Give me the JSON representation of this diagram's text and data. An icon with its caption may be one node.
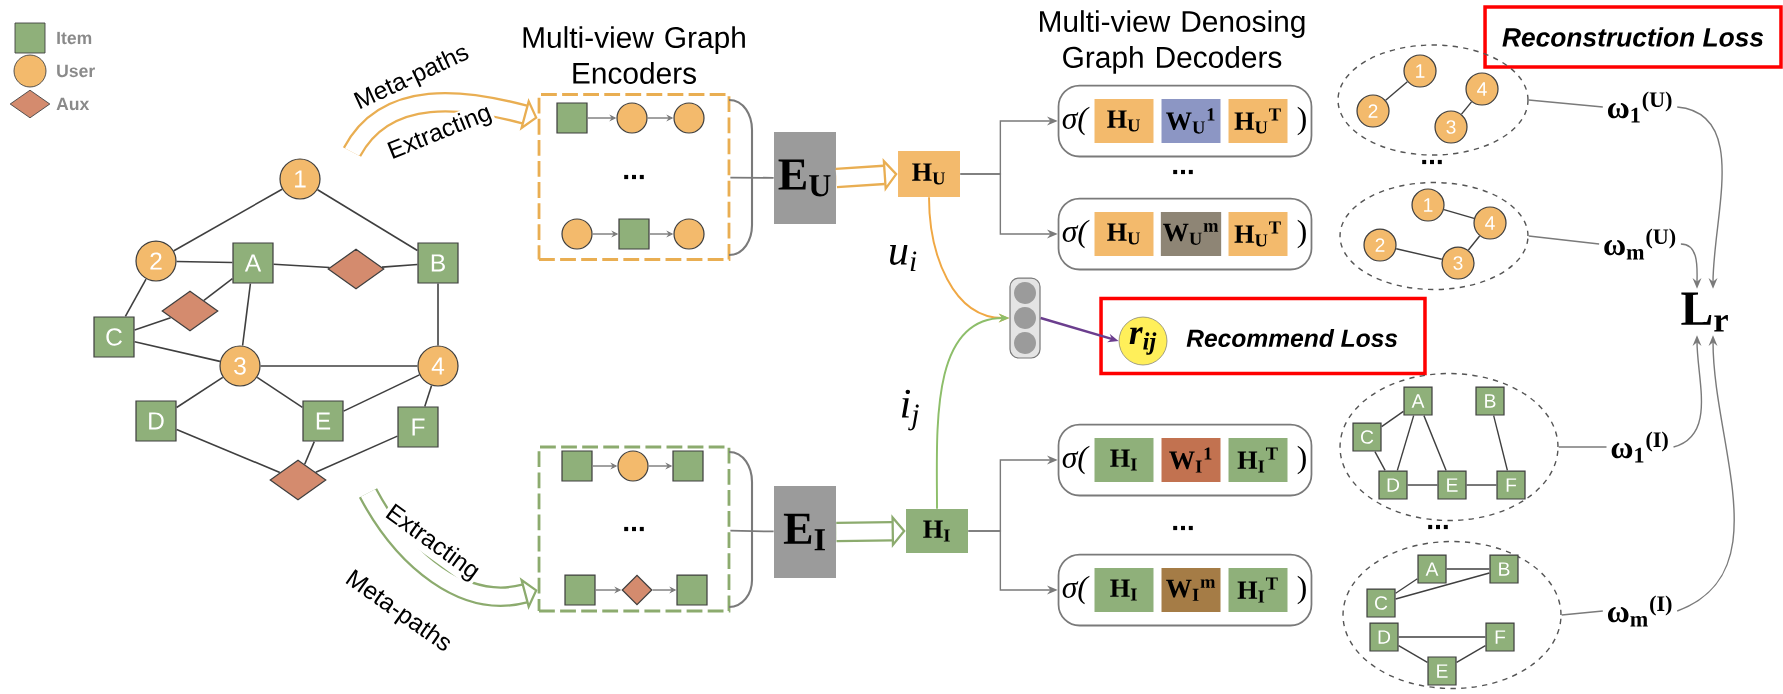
{
  "diagram": {
    "nodes": [
      {
        "text": [
          "1"
        ]
      },
      {
        "text": [
          "2"
        ]
      },
      {
        "text": [
          "A"
        ]
      },
      {
        "text": [],
        "shape": "diamond"
      },
      {
        "text": [
          "B"
        ]
      },
      {
        "text": [
          "C"
        ]
      },
      {
        "text": [],
        "shape": "diamond"
      },
      {
        "text": [
          "3"
        ]
      },
      {
        "text": [
          "4"
        ]
      },
      {
        "text": [
          "D"
        ]
      },
      {
        "text": [
          "E"
        ]
      },
      {
        "text": [
          "F"
        ]
      },
      {
        "text": [],
        "shape": "diamond"
      },
      {
        "text": [
          "..."
        ]
      },
      {
        "text": [],
        "shape": "box",
        "in": 13
      },
      {
        "text": [],
        "shape": "circle",
        "in": 13
      },
      {
        "text": [],
        "shape": "circle",
        "in": 13
      },
      {
        "text": [],
        "shape": "circle",
        "in": 13
      },
      {
        "text": [],
        "shape": "box",
        "in": 13
      },
      {
        "text": [],
        "shape": "circle",
        "in": 13
      },
      {
        "text": [
          "E$_{U}$"
        ]
      },
      {
        "text": [
          "H$_{U}$"
        ]
      },
      {
        "text": [
          "..."
        ]
      },
      {
        "text": [],
        "shape": "box",
        "in": 22
      },
      {
        "text": [],
        "shape": "circle",
        "in": 22
      },
      {
        "text": [],
        "shape": "box",
        "in": 22
      },
      {
        "text": [],
        "shape": "box",
        "in": 22
      },
      {
        "text": [],
        "shape": "diamond",
        "in": 22
      },
      {
        "text": [],
        "shape": "box",
        "in": 22
      },
      {
        "text": [
          "E$_{I}$"
        ]
      },
      {
        "text": [
          "H$_{I}$"
        ]
      },
      {
        "text": [
          "σ(",
          ")"
        ]
      },
      {
        "text": [
          "H$_{U}$"
        ],
        "in": 31
      },
      {
        "text": [
          "W$_{U}$$^{1}$"
        ],
        "in": 31
      },
      {
        "text": [
          "H$_{U}$$^{T}$"
        ],
        "in": 31
      },
      {
        "text": [
          "σ(",
          ")"
        ]
      },
      {
        "text": [
          "H$_{U}$"
        ],
        "in": 35
      },
      {
        "text": [
          "W$_{U}$$^{m}$"
        ],
        "in": 35
      },
      {
        "text": [
          "H$_{U}$$^{T}$"
        ],
        "in": 35
      },
      {
        "text": [
          "σ(",
          ")"
        ]
      },
      {
        "text": [
          "H$_{I}$"
        ],
        "in": 39
      },
      {
        "text": [
          "W$_{I}$$^{1}$"
        ],
        "in": 39
      },
      {
        "text": [
          "H$_{I}$$^{T}$"
        ],
        "in": 39
      },
      {
        "text": [
          "σ(",
          ")"
        ]
      },
      {
        "text": [
          "H$_{I}$"
        ],
        "in": 43
      },
      {
        "text": [
          "W$_{I}$$^{m}$"
        ],
        "in": 43
      },
      {
        "text": [
          "H$_{I}$$^{T}$"
        ],
        "in": 43
      },
      {
        "text": [],
        "shape": "bar"
      },
      {
        "text": [
          "Recommend Loss"
        ]
      },
      {
        "text": [
          "r$_{ij}$"
        ],
        "in": 48
      },
      {
        "text": [
          "Reconstruction Loss"
        ]
      },
      {
        "text": [],
        "shape": "ellipse"
      },
      {
        "text": [
          "1"
        ],
        "in": 51
      },
      {
        "text": [
          "2"
        ],
        "in": 51
      },
      {
        "text": [
          "4"
        ],
        "in": 51
      },
      {
        "text": [
          "3"
        ],
        "in": 51
      },
      {
        "text": [],
        "shape": "ellipse"
      },
      {
        "text": [
          "1"
        ],
        "in": 56
      },
      {
        "text": [
          "4"
        ],
        "in": 56
      },
      {
        "text": [
          "2"
        ],
        "in": 56
      },
      {
        "text": [
          "3"
        ],
        "in": 56
      },
      {
        "text": [],
        "shape": "ellipse"
      },
      {
        "text": [
          "A"
        ],
        "in": 61
      },
      {
        "text": [
          "B"
        ],
        "in": 61
      },
      {
        "text": [
          "C"
        ],
        "in": 61
      },
      {
        "text": [
          "D"
        ],
        "in": 61
      },
      {
        "text": [
          "E"
        ],
        "in": 61
      },
      {
        "text": [
          "F"
        ],
        "in": 61
      },
      {
        "text": [],
        "shape": "ellipse"
      },
      {
        "text": [
          "A"
        ],
        "in": 68
      },
      {
        "text": [
          "B"
        ],
        "in": 68
      },
      {
        "text": [
          "C"
        ],
        "in": 68
      },
      {
        "text": [
          "D"
        ],
        "in": 68
      },
      {
        "text": [
          "F"
        ],
        "in": 68
      },
      {
        "text": [
          "E"
        ],
        "in": 68
      },
      {
        "text": [
          "ω$_{1}$$^{(U)}$"
        ]
      },
      {
        "text": [
          "ω$_{m}$$^{(U)}$"
        ]
      },
      {
        "text": [
          "ω$_{1}$$^{(I)}$"
        ]
      },
      {
        "text": [
          "ω$_{m}$$^{(I)}$"
        ]
      },
      {
        "text": [
          "L$_{r}$"
        ]
      }
    ],
    "edges": [
      {
        "from": 0,
        "to": 1,
        "arrow": "none"
      },
      {
        "from": 0,
        "to": 4,
        "arrow": "none"
      },
      {
        "from": 1,
        "to": 2,
        "arrow": "none"
      },
      {
        "from": 2,
        "to": 3,
        "arrow": "none"
      },
      {
        "from": 3,
        "to": 4,
        "arrow": "none"
      },
      {
        "from": 1,
        "to": 5,
        "arrow": "none"
      },
      {
        "from": 5,
        "to": 6,
        "arrow": "none"
      },
      {
        "from": 6,
        "to": 2,
        "arrow": "none"
      },
      {
        "from": 2,
        "to": 7,
        "arrow": "none"
      },
      {
        "from": 5,
        "to": 7,
        "arrow": "none"
      },
      {
        "from": 7,
        "to": 8,
        "arrow": "none"
      },
      {
        "from": 7,
        "to": 10,
        "arrow": "none"
      },
      {
        "from": 10,
        "to": 8,
        "arrow": "none"
      },
      {
        "from": 4,
        "to": 8,
        "arrow": "none"
      },
      {
        "from": 7,
        "to": 9,
        "arrow": "none"
      },
      {
        "from": 8,
        "to": 11,
        "arrow": "none"
      },
      {
        "from": 9,
        "to": 12,
        "arrow": "none"
      },
      {
        "from": 10,
        "to": 12,
        "arrow": "none"
      },
      {
        "from": 12,
        "to": 11,
        "arrow": "none"
      },
      {
        "from": 14,
        "to": 15,
        "arrow": "to"
      },
      {
        "from": 15,
        "to": 16,
        "arrow": "to"
      },
      {
        "from": 17,
        "to": 18,
        "arrow": "to"
      },
      {
        "from": 18,
        "to": 19,
        "arrow": "to"
      },
      {
        "from": 23,
        "to": 24,
        "arrow": "to"
      },
      {
        "from": 24,
        "to": 25,
        "arrow": "to"
      },
      {
        "from": 26,
        "to": 27,
        "arrow": "to"
      },
      {
        "from": 27,
        "to": 28,
        "arrow": "to"
      },
      {
        "from": null,
        "to": 13,
        "arrow": "to",
        "label": "Extracting",
        "style": "thick",
        "color": "#e9ae52"
      },
      {
        "from": null,
        "to": 22,
        "arrow": "to",
        "label": "Extracting",
        "style": "thick",
        "color": "#8cab6e"
      },
      {
        "from": 13,
        "to": 20,
        "arrow": "none"
      },
      {
        "from": 22,
        "to": 29,
        "arrow": "none"
      },
      {
        "from": 20,
        "to": 21,
        "arrow": "to",
        "style": "thick",
        "color": "#e9ae52"
      },
      {
        "from": 29,
        "to": 30,
        "arrow": "to",
        "style": "thick",
        "color": "#8cab6e"
      },
      {
        "from": 21,
        "to": 31,
        "arrow": "to"
      },
      {
        "from": 21,
        "to": 35,
        "arrow": "to"
      },
      {
        "from": 30,
        "to": 39,
        "arrow": "to"
      },
      {
        "from": 30,
        "to": 43,
        "arrow": "to"
      },
      {
        "from": 21,
        "to": 47,
        "arrow": "to",
        "label": "u$_{i}$",
        "color": "#f0a844"
      },
      {
        "from": 30,
        "to": 47,
        "arrow": "to",
        "label": "i$_{j}$",
        "color": "#8dbe6a"
      },
      {
        "from": 47,
        "to": 49,
        "arrow": "to",
        "color": "#6b3e8e"
      },
      {
        "from": 52,
        "to": 53,
        "arrow": "none"
      },
      {
        "from": 54,
        "to": 55,
        "arrow": "none"
      },
      {
        "from": 57,
        "to": 58,
        "arrow": "none"
      },
      {
        "from": 58,
        "to": 60,
        "arrow": "none"
      },
      {
        "from": 59,
        "to": 60,
        "arrow": "none"
      },
      {
        "from": 64,
        "to": 62,
        "arrow": "none"
      },
      {
        "from": 62,
        "to": 65,
        "arrow": "none"
      },
      {
        "from": 62,
        "to": 66,
        "arrow": "none"
      },
      {
        "from": 64,
        "to": 65,
        "arrow": "none"
      },
      {
        "from": 65,
        "to": 66,
        "arrow": "none"
      },
      {
        "from": 66,
        "to": 67,
        "arrow": "none"
      },
      {
        "from": 63,
        "to": 67,
        "arrow": "none"
      },
      {
        "from": 71,
        "to": 69,
        "arrow": "none"
      },
      {
        "from": 69,
        "to": 70,
        "arrow": "none"
      },
      {
        "from": 71,
        "to": 70,
        "arrow": "none"
      },
      {
        "from": 72,
        "to": 73,
        "arrow": "none"
      },
      {
        "from": 72,
        "to": 74,
        "arrow": "none"
      },
      {
        "from": 74,
        "to": 73,
        "arrow": "none"
      },
      {
        "from": 51,
        "to": 75,
        "arrow": "none"
      },
      {
        "from": 56,
        "to": 76,
        "arrow": "none"
      },
      {
        "from": 61,
        "to": 77,
        "arrow": "none"
      },
      {
        "from": 68,
        "to": 78,
        "arrow": "none"
      },
      {
        "from": 75,
        "to": 79,
        "arrow": "to"
      },
      {
        "from": 76,
        "to": 79,
        "arrow": "to"
      },
      {
        "from": 77,
        "to": 79,
        "arrow": "to"
      },
      {
        "from": 78,
        "to": 79,
        "arrow": "to"
      }
    ],
    "labels": [
      "Meta-paths",
      "Multi-view Graph Encoders",
      "Multi-view Denosing Graph Decoders",
      "...",
      "...",
      "...",
      "...",
      "Meta-paths"
    ],
    "legend": [
      {
        "text": "Item",
        "color": "#8fb07a"
      },
      {
        "text": "User",
        "color": "#f3ba6c"
      },
      {
        "text": "Aux",
        "color": "#d48b6e"
      }
    ]
  }
}
